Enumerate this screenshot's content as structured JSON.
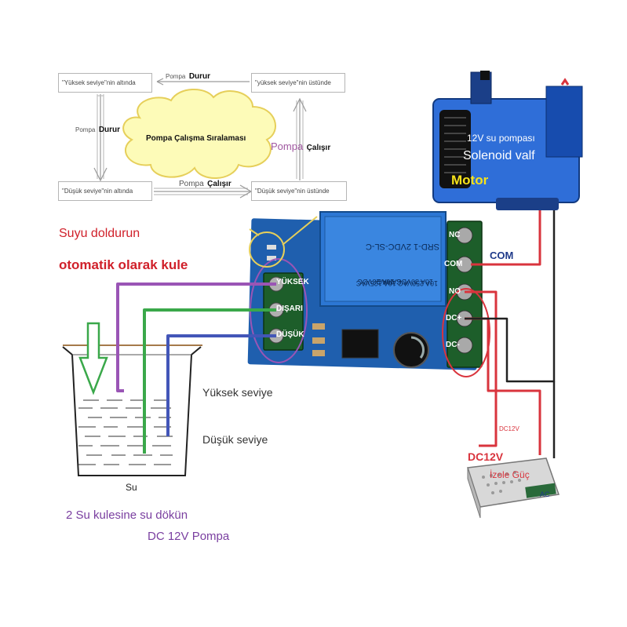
{
  "flow": {
    "box_high_below": "\"Yüksek seviye\"nin altında",
    "box_high_above": "\"yüksek seviye\"nin üstünde",
    "box_low_below": "\"Düşük seviye\"nin altında",
    "box_low_above": "\"Düşük seviye\"nin üstünde",
    "top_arrow_prefix": "Pompa",
    "top_arrow_bold": "Durur",
    "left_arrow_prefix": "Pompa",
    "left_arrow_bold": "Durur",
    "right_arrow_prefix": "Pompa",
    "right_arrow_bold": "Çalışır",
    "bottom_arrow_prefix": "Pompa",
    "bottom_arrow_bold": "Çalışır",
    "cloud_title": "Pompa Çalışma Sıralaması"
  },
  "captions": {
    "fill_line1": "Suyu doldurun",
    "fill_line2": "otomatik olarak kule",
    "pour_tower": "2 Su kulesine su dökün",
    "pump_label": "DC 12V Pompa"
  },
  "tank": {
    "water_label": "Su",
    "high_level": "Yüksek seviye",
    "low_level": "Düşük seviye"
  },
  "board": {
    "terminal_high": "YÜKSEK",
    "terminal_out": "DIŞARI",
    "terminal_low": "DÜŞÜK",
    "relay_model": "SRD-1 2VDC-SL-C",
    "relay_rating1": "10A 250VAC 10A 125VAC",
    "relay_rating2": "10A 30VDC 10A 28VDC",
    "relay_brand": "SARKG",
    "right_terminals": [
      "NC",
      "COM",
      "NO",
      "DC+",
      "DC-"
    ],
    "com_label": "COM"
  },
  "pump": {
    "line1": "12V su pompası",
    "line2": "Solenoid valf",
    "line3": "Motor"
  },
  "psu": {
    "dc_label": "DC12V",
    "title_line1": "DC12V",
    "title_line2": "İzole Güç",
    "ac_label": "AC"
  },
  "colors": {
    "wire_purple": "#9a55b5",
    "wire_green": "#3aa84a",
    "wire_blue": "#4356b8",
    "wire_red": "#d9343d",
    "wire_black": "#222222",
    "board_blue": "#1f5fae",
    "pump_blue": "#2f6ed8"
  }
}
